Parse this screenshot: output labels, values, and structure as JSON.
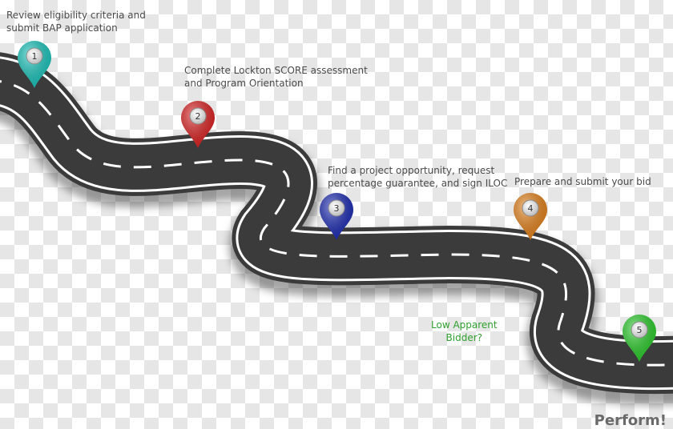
{
  "steps": [
    {
      "number": "1",
      "lines": [
        "Review eligibility criteria and",
        "submit BAP application"
      ],
      "color": "#1ec9c0"
    },
    {
      "number": "2",
      "lines": [
        "Complete Lockton SCORE assessment",
        "and Program Orientation"
      ],
      "color": "#e02626"
    },
    {
      "number": "3",
      "lines": [
        "Find a project opportunity, request",
        "percentage guarantee, and sign ILOC"
      ],
      "color": "#2130b8"
    },
    {
      "number": "4",
      "lines": [
        "Prepare and submit your bid"
      ],
      "color": "#e8861e"
    },
    {
      "number": "5",
      "lines": [
        "Low Apparent",
        "Bidder?"
      ],
      "color": "#2fd12f"
    }
  ],
  "finale": "Perform!"
}
